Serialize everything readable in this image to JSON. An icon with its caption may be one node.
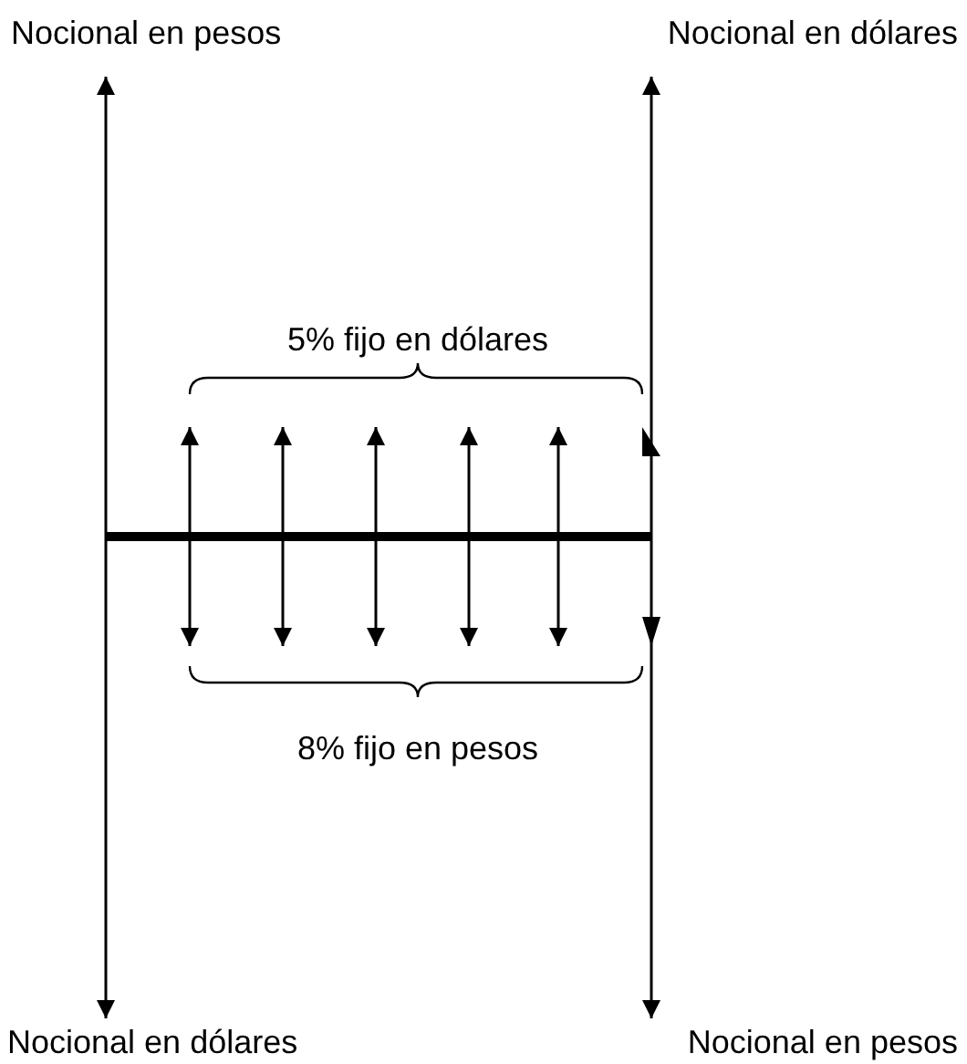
{
  "diagram": {
    "labels": [
      "Nocional en pesos",
      "Nocional en dólares",
      "5% fijo en dólares",
      "8% fijo en pesos",
      "Nocional en dólares",
      "Nocional en pesos"
    ]
  }
}
